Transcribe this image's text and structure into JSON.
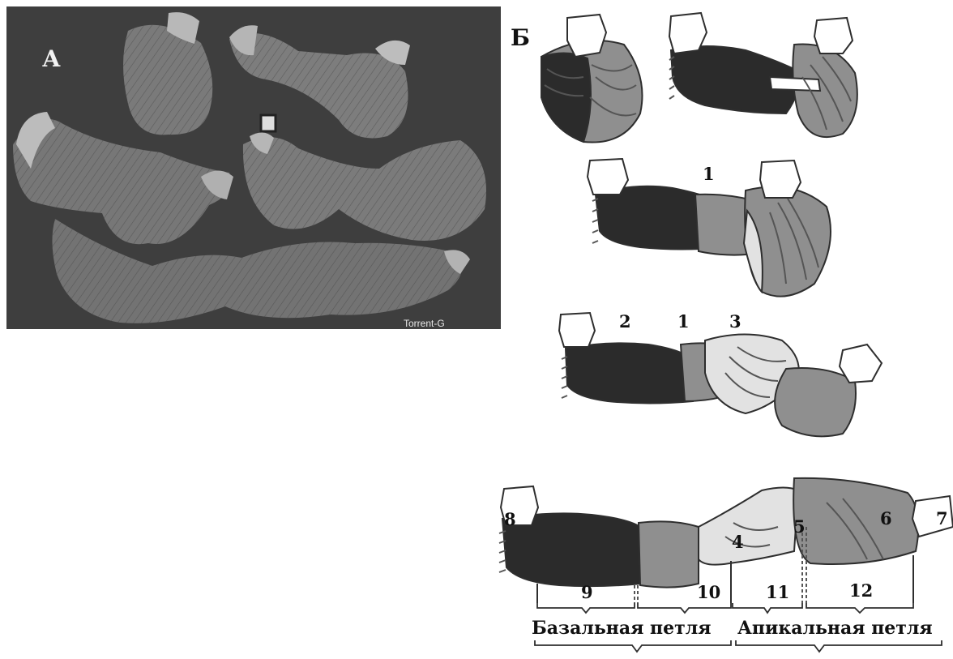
{
  "panels": {
    "a": "А",
    "b": "Б"
  },
  "photo": {
    "caption": "Torrent-G"
  },
  "step3_labels": [
    "1"
  ],
  "step4_labels": [
    "2",
    "1",
    "3"
  ],
  "final_labels": [
    "8",
    "4",
    "5",
    "6",
    "7",
    "9",
    "10",
    "11",
    "12"
  ],
  "loops": {
    "basal": "Базальная петля",
    "apical": "Апикальная петля"
  },
  "colors": {
    "dark": "#2b2b2b",
    "mid": "#8f8f8f",
    "light": "#e2e2e2",
    "paper": "#ffffff"
  }
}
